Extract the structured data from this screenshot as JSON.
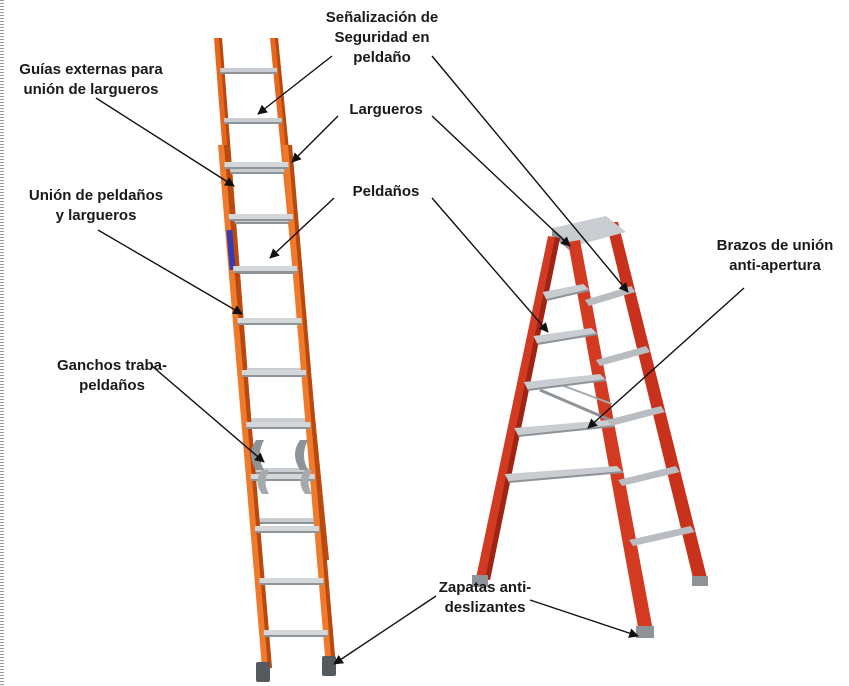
{
  "labels": {
    "senalizacion": {
      "line1": "Señalización de",
      "line2": "Seguridad en",
      "line3": "peldaño"
    },
    "guias": {
      "line1": "Guías externas para",
      "line2": "unión de largueros"
    },
    "largueros": {
      "line1": "Largueros"
    },
    "union": {
      "line1": "Unión de peldaños",
      "line2": "y largueros"
    },
    "peldanos": {
      "line1": "Peldaños"
    },
    "brazos": {
      "line1": "Brazos de unión",
      "line2": "anti-apertura"
    },
    "ganchos": {
      "line1": "Ganchos traba-",
      "line2": "peldaños"
    },
    "zapatas": {
      "line1": "Zapatas anti-",
      "line2": "deslizantes"
    }
  },
  "colors": {
    "rail_orange": "#e8671e",
    "rail_shadow": "#b84a10",
    "step_red": "#d33a22",
    "step_red_dark": "#9e2414",
    "aluminum": "#c9ccd0",
    "aluminum_dark": "#8e9398",
    "pointer": "#111111"
  },
  "icons": [
    "extension-ladder-icon",
    "step-ladder-icon"
  ]
}
